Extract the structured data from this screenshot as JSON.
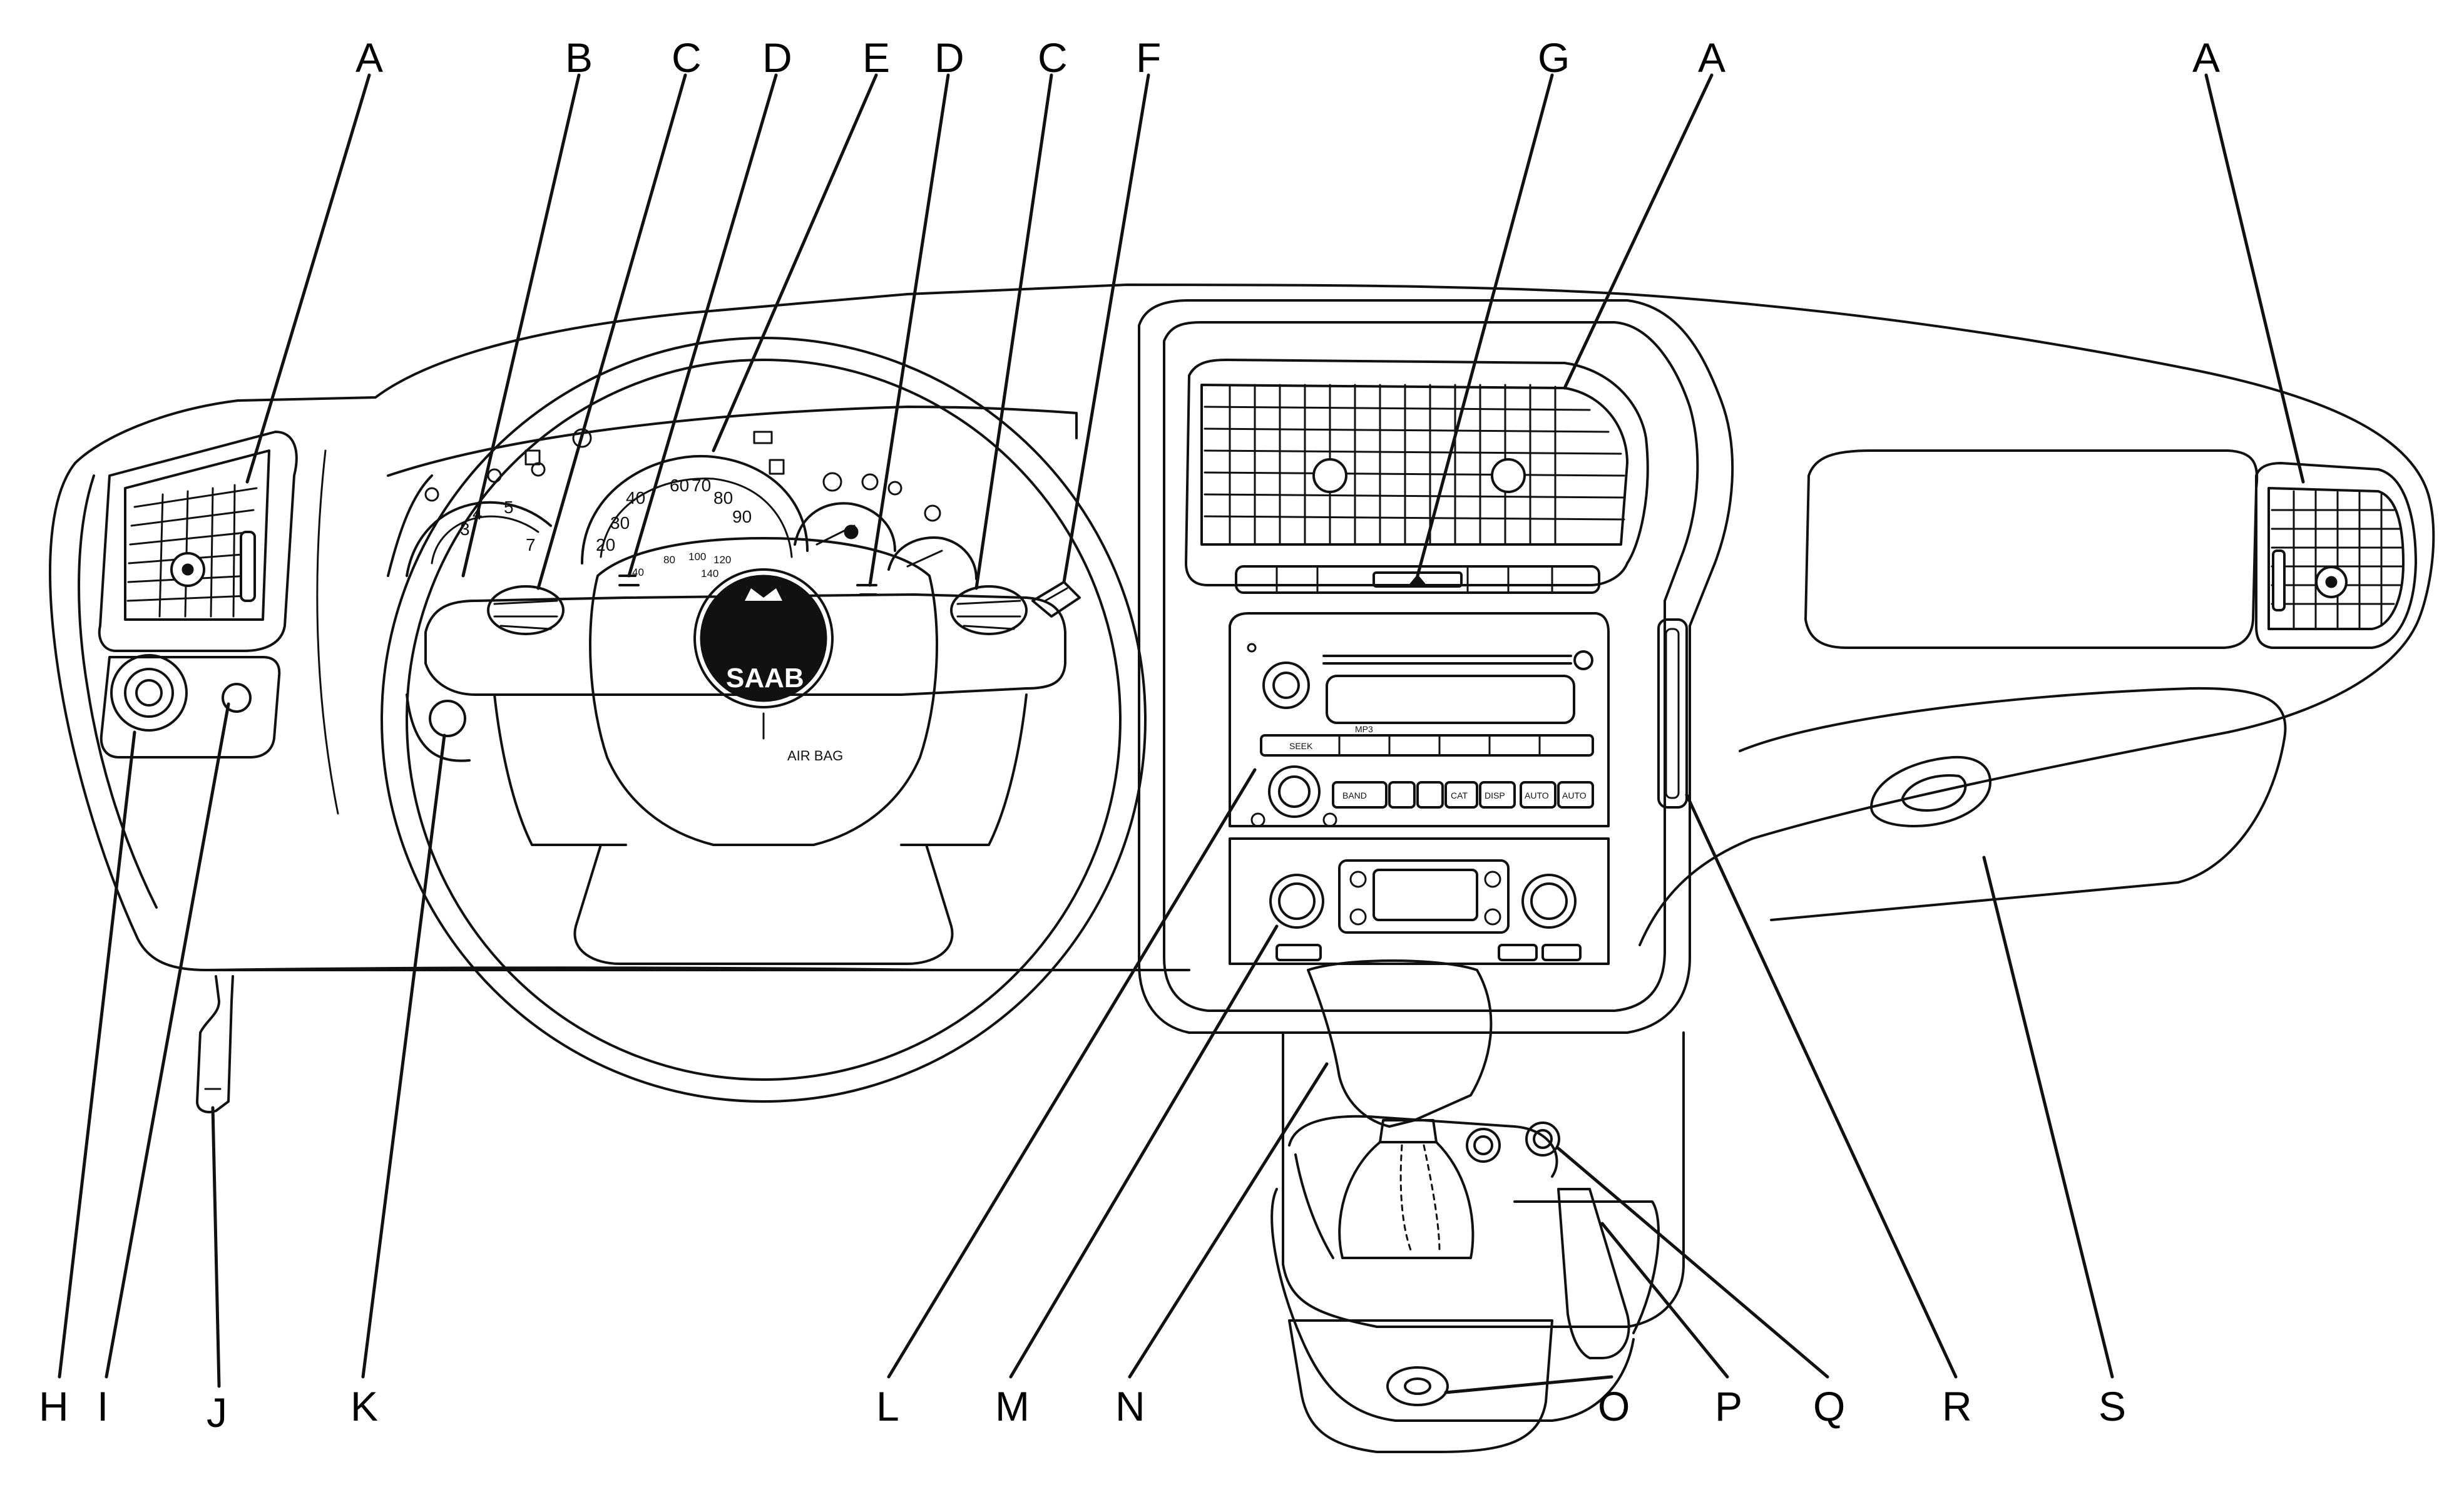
{
  "callouts": {
    "A": "A",
    "B": "B",
    "C": "C",
    "D": "D",
    "E": "E",
    "F": "F",
    "G": "G",
    "H": "H",
    "I": "I",
    "J": "J",
    "K": "K",
    "L": "L",
    "M": "M",
    "N": "N",
    "O": "O",
    "P": "P",
    "Q": "Q",
    "R": "R",
    "S": "S"
  },
  "wheel": {
    "brand": "SAAB",
    "airbag": "AIR BAG"
  },
  "cluster": {
    "speed_ticks": [
      "20",
      "30",
      "40",
      "60",
      "70",
      "80",
      "90"
    ],
    "speed_kmh_ticks": [
      "40",
      "80",
      "100",
      "120",
      "140"
    ],
    "tach_ticks": [
      "3",
      "4",
      "5",
      "7"
    ]
  },
  "radio": {
    "brand": "MP3",
    "seek": "SEEK",
    "band": "BAND",
    "buttons": [
      "CAT",
      "DISP",
      "AUTO",
      "AUTO"
    ]
  },
  "colors": {
    "line": "#111111",
    "background": "#ffffff"
  }
}
